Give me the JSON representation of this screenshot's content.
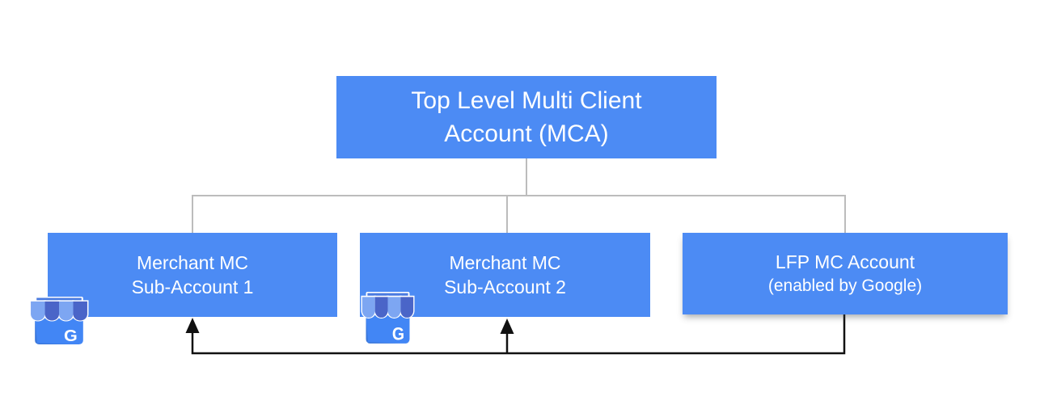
{
  "diagram": {
    "colors": {
      "box": "#4c8bf4",
      "text": "#ffffff",
      "connector": "#bcbcbc",
      "arrow": "#111111"
    },
    "nodes": {
      "root": {
        "line1": "Top Level Multi Client",
        "line2": "Account (MCA)"
      },
      "sub1": {
        "line1": "Merchant MC",
        "line2": "Sub-Account 1"
      },
      "sub2": {
        "line1": "Merchant MC",
        "line2": "Sub-Account 2"
      },
      "lfp": {
        "line1": "LFP MC Account",
        "line2": "(enabled by Google)"
      }
    },
    "icons": {
      "type": "google-business-storefront",
      "letter": "G",
      "colors": {
        "top_bar": "#4a7be0",
        "awning_light": "#7da6f2",
        "awning_dark": "#4a65c8",
        "body": "#4286f5",
        "body_shade": "#000000",
        "outline": "#ffffff",
        "letter": "#ffffff"
      }
    }
  }
}
